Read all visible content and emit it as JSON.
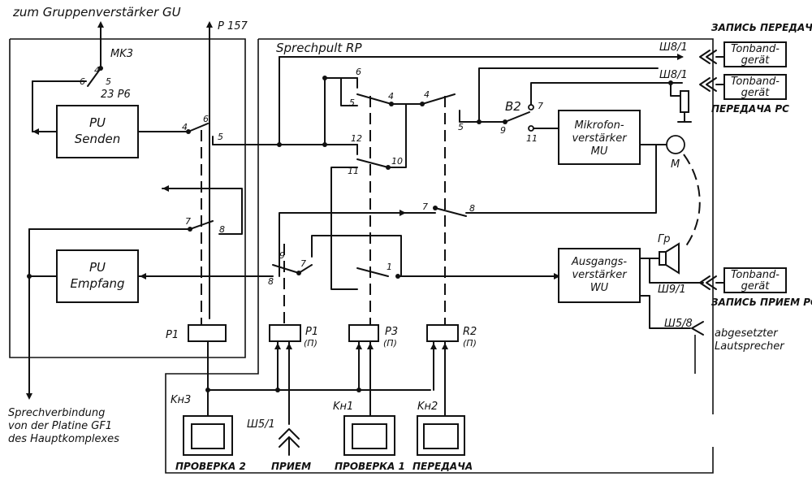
{
  "top": {
    "to_group_amp": "zum Gruppenverstärker GU",
    "p157": "P 157",
    "mk3": "MK3",
    "relay_23p6": "23 P6",
    "sprechpult": "Sprechpult RP"
  },
  "blocks": {
    "pu_senden": [
      "PU",
      "Senden"
    ],
    "pu_empfang": [
      "PU",
      "Empfang"
    ],
    "mikrofon": [
      "Mikrofon-",
      "verstärker",
      "MU"
    ],
    "ausgang": [
      "Ausgangs-",
      "verstärker",
      "WU"
    ]
  },
  "relays": {
    "p1_left": "P1",
    "p1_right": [
      "P1",
      "(П)"
    ],
    "p3": [
      "P3",
      "(П)"
    ],
    "r2": [
      "R2",
      "(П)"
    ]
  },
  "keys": {
    "kn3": "Kн3",
    "kn1": "Kн1",
    "kn2": "Kн2"
  },
  "key_labels": {
    "proverka2": "ПРОВЕРКА 2",
    "priem": "ПРИЕМ",
    "proverka1": "ПРОВЕРКА 1",
    "peredacha": "ПЕРЕДАЧА"
  },
  "sockets": {
    "sh5_1": "Ш5/1",
    "sh8_1a": "Ш8/1",
    "sh8_1b": "Ш8/1",
    "sh9_1": "Ш9/1",
    "sh5_8": "Ш5/8",
    "b2": "B2"
  },
  "right": {
    "zapis_peredacha": "ЗАПИСЬ ПЕРЕДАЧА РС",
    "peredacha_pc": "ПЕРЕДАЧА РС",
    "zapis_priem": "ЗАПИСЬ ПРИЕМ РС",
    "tonband": [
      "Tonband-",
      "gerät"
    ],
    "abgesetzter": [
      "abgesetzter",
      "Lautsprecher"
    ],
    "mic": "M",
    "speaker": "Гр"
  },
  "bottom_left": [
    "Sprechverbindung",
    "von der Platine GF1",
    "des Hauptkomplexes"
  ],
  "pins": [
    "4",
    "5",
    "6",
    "6",
    "5",
    "4",
    "6",
    "5",
    "4",
    "4",
    "5",
    "9",
    "7",
    "11",
    "12",
    "10",
    "11",
    "7",
    "8",
    "7",
    "8",
    "9",
    "7",
    "8",
    "1"
  ]
}
